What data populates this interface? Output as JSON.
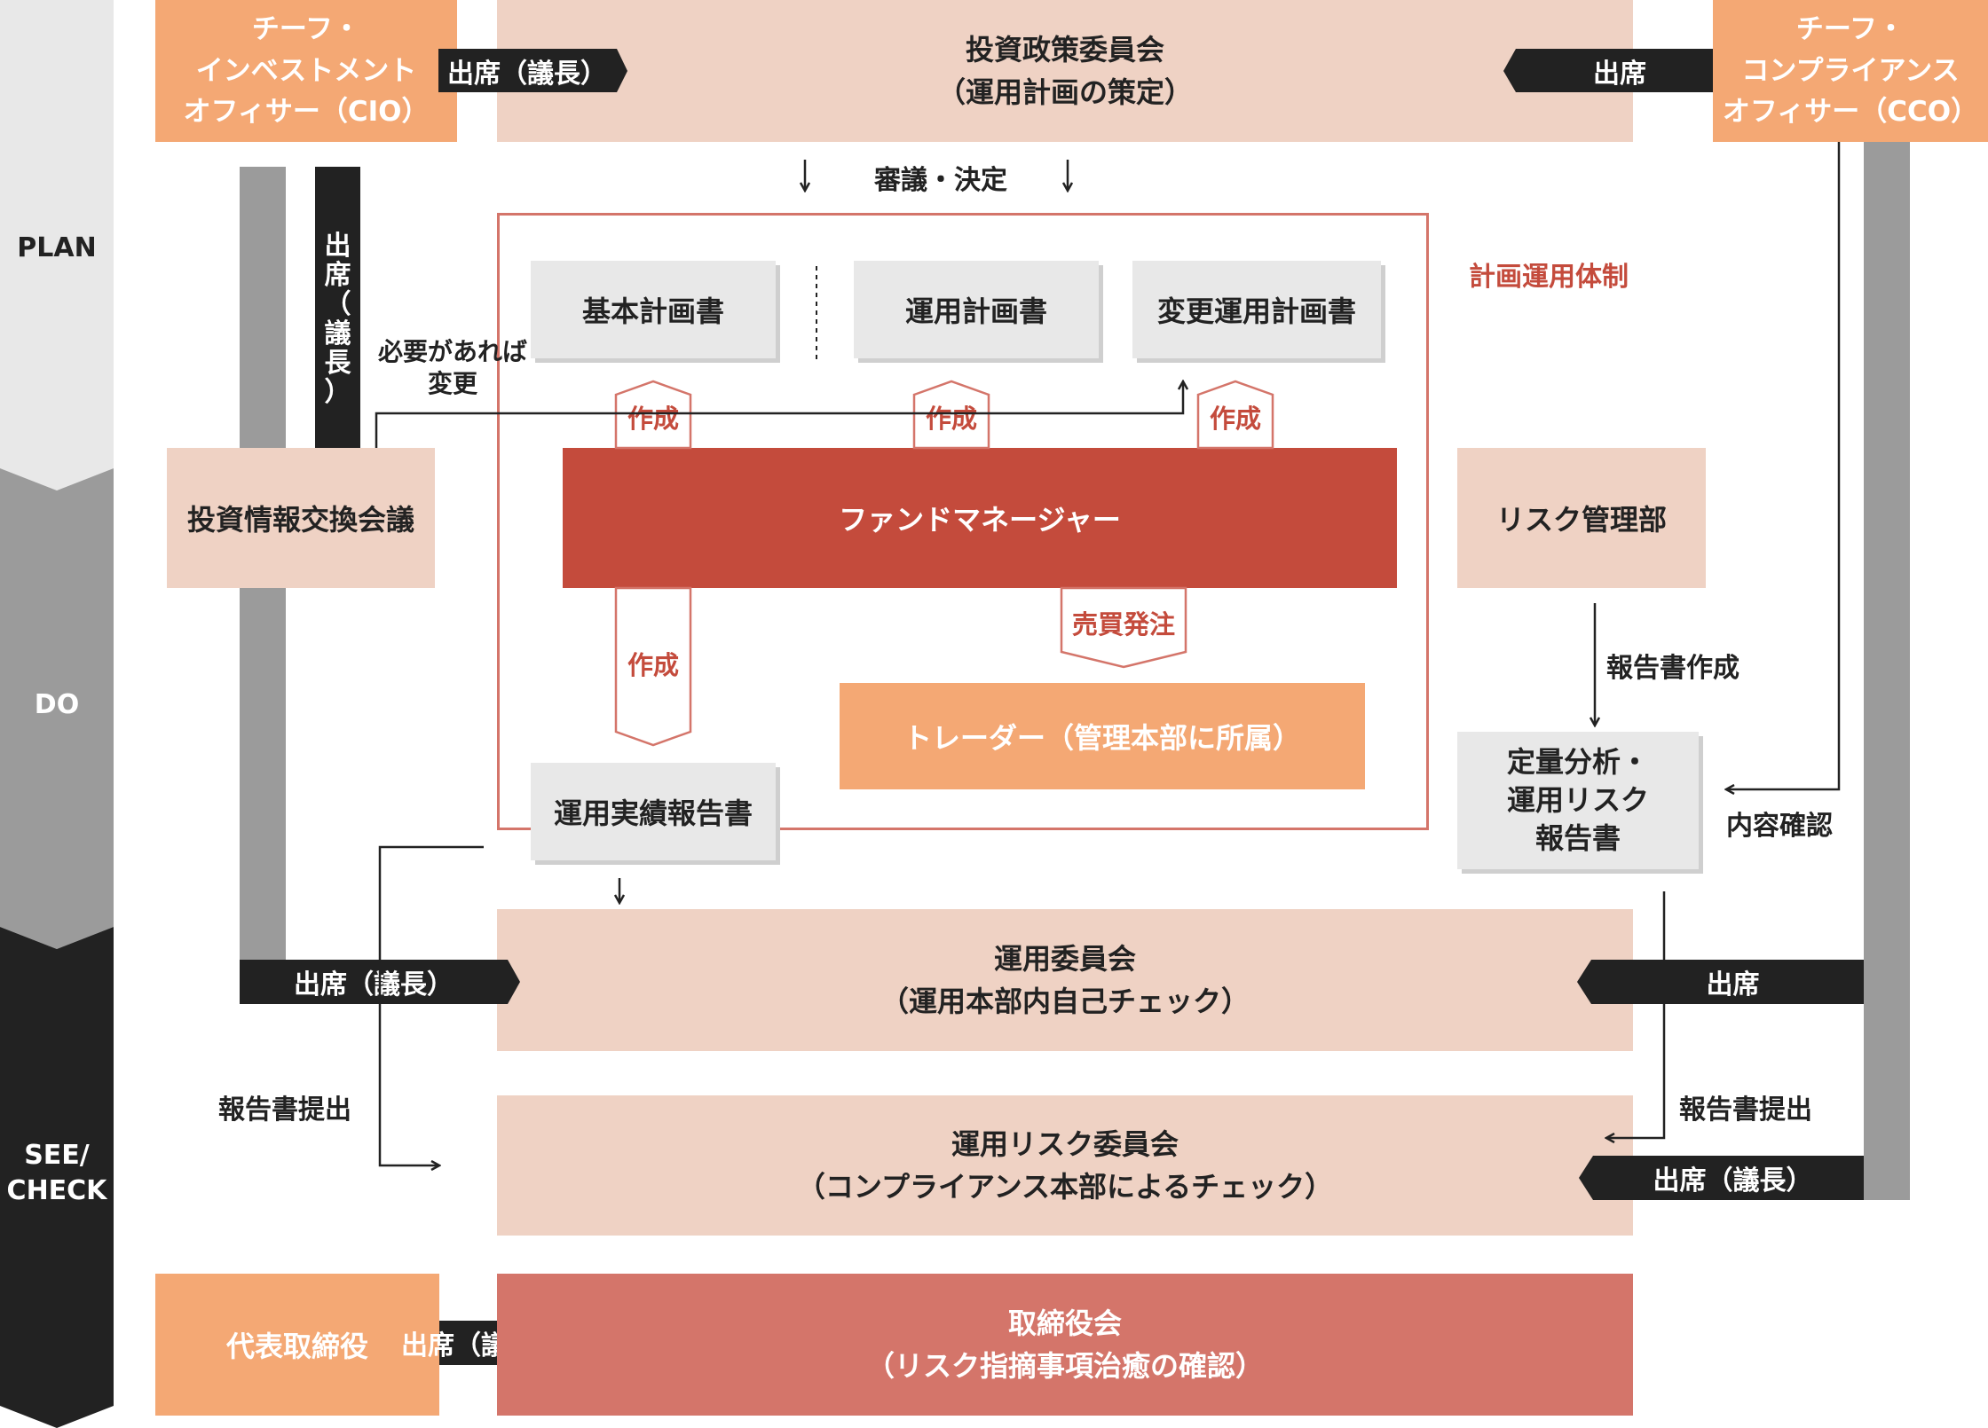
{
  "phases": [
    {
      "label": "PLAN"
    },
    {
      "label": "DO"
    },
    {
      "label": "SEE/\nCHECK"
    }
  ],
  "officers": {
    "cio": "チーフ・\nインベストメント\nオフィサー（CIO）",
    "cco": "チーフ・\nコンプライアンス\nオフィサー（CCO）",
    "representative": "代表取締役"
  },
  "committees": {
    "investment_policy": "投資政策委員会\n（運用計画の策定）",
    "investment_info": "投資情報交換会議",
    "operation": "運用委員会\n（運用本部内自己チェック）",
    "operation_risk": "運用リスク委員会\n（コンプライアンス本部によるチェック）",
    "board": "取締役会\n（リスク指摘事項治癒の確認）"
  },
  "plan_framework_label": "計画運用体制",
  "documents": {
    "basic_plan": "基本計画書",
    "operation_plan": "運用計画書",
    "changed_plan": "変更運用計画書",
    "performance_report": "運用実績報告書",
    "risk_report": "定量分析・\n運用リスク\n報告書"
  },
  "departments": {
    "fund_manager": "ファンドマネージャー",
    "trader": "トレーダー（管理本部に所属）",
    "risk_management": "リスク管理部"
  },
  "tags": {
    "attend_chair": "出席（議長）",
    "attend": "出席",
    "attend_chair_vertical": "出\n席\n（\n議\n長\n）"
  },
  "labels": {
    "deliberation": "審議・決定",
    "change_if_needed": "必要があれば\n変更",
    "create": "作成",
    "buy_sell_order": "売買発注",
    "report_creation": "報告書作成",
    "content_check": "内容確認",
    "report_submit": "報告書提出"
  },
  "colors": {
    "beige": "#efd2c4",
    "orange": "#f4a874",
    "red": "#c44b3c",
    "rose": "#d4756a",
    "dark": "#222222",
    "gray_bar": "#9b9b9b",
    "doc_gray": "#e8e8e8"
  }
}
